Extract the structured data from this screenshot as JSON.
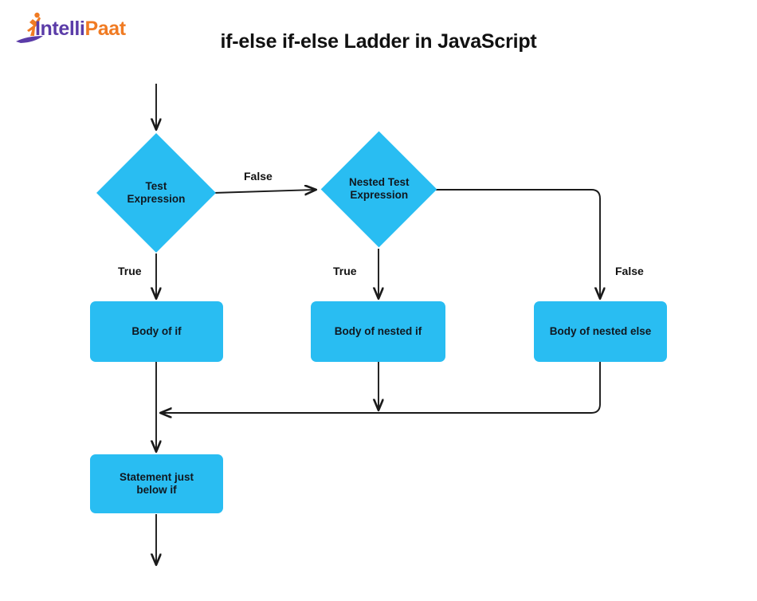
{
  "brand": {
    "name_part1": "Intelli",
    "name_part2": "Paat",
    "icon": "runner-figure-icon",
    "color_primary": "#5B3CA8",
    "color_secondary": "#F07B23"
  },
  "title": "if-else if-else Ladder in JavaScript",
  "theme": {
    "node_fill": "#29BDF2",
    "node_text": "#101820",
    "connector": "#1A1A1A",
    "background": "#FFFFFF"
  },
  "diagram": {
    "type": "flowchart",
    "nodes": [
      {
        "id": "start",
        "shape": "arrow-in",
        "label": ""
      },
      {
        "id": "test-expression",
        "shape": "diamond",
        "label_line1": "Test",
        "label_line2": "Expression"
      },
      {
        "id": "nested-test-expression",
        "shape": "diamond",
        "label_line1": "Nested Test",
        "label_line2": "Expression"
      },
      {
        "id": "body-of-if",
        "shape": "rounded-rect",
        "label": "Body of if"
      },
      {
        "id": "body-of-nested-if",
        "shape": "rounded-rect",
        "label": "Body of nested if"
      },
      {
        "id": "body-of-nested-else",
        "shape": "rounded-rect",
        "label": "Body of nested else"
      },
      {
        "id": "statement-below-if",
        "shape": "rounded-rect",
        "label_line1": "Statement just",
        "label_line2": "below if"
      }
    ],
    "edges": [
      {
        "from": "start",
        "to": "test-expression",
        "label": ""
      },
      {
        "from": "test-expression",
        "to": "nested-test-expression",
        "label": "False"
      },
      {
        "from": "test-expression",
        "to": "body-of-if",
        "label": "True"
      },
      {
        "from": "nested-test-expression",
        "to": "body-of-nested-if",
        "label": "True"
      },
      {
        "from": "nested-test-expression",
        "to": "body-of-nested-else",
        "label": "False"
      },
      {
        "from": "body-of-if",
        "to": "merge",
        "label": ""
      },
      {
        "from": "body-of-nested-if",
        "to": "merge",
        "label": ""
      },
      {
        "from": "body-of-nested-else",
        "to": "merge",
        "label": ""
      },
      {
        "from": "merge",
        "to": "statement-below-if",
        "label": ""
      },
      {
        "from": "statement-below-if",
        "to": "end",
        "label": ""
      }
    ],
    "labels": {
      "false_1": "False",
      "true_1": "True",
      "true_2": "True",
      "false_2": "False"
    }
  }
}
